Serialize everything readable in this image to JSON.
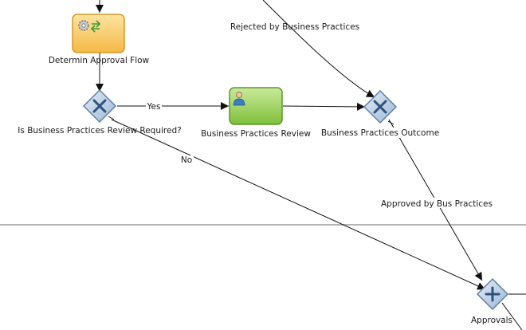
{
  "nodes": {
    "determine_task": {
      "label": "Determin Approval Flow",
      "type": "service-task",
      "icon": "gear-arrows-icon",
      "fill": "#f7c85a"
    },
    "review_required_gateway": {
      "label": "Is Business Practices Review Required?",
      "type": "exclusive-gateway"
    },
    "business_practices_review": {
      "label": "Business Practices Review",
      "type": "user-task",
      "icon": "user-icon",
      "fill": "#9bd05a"
    },
    "outcome_gateway": {
      "label": "Business Practices Outcome",
      "type": "exclusive-gateway"
    },
    "approvals_gateway": {
      "label": "Approvals",
      "type": "parallel-gateway"
    }
  },
  "edges": {
    "yes": "Yes",
    "no": "No",
    "rejected": "Rejected by Business Practices",
    "approved": "Approved by Bus Practices"
  },
  "colors": {
    "gateway_fill": "#b7cde4",
    "gateway_stroke": "#5d7fa6",
    "gateway_mark": "#2f527c",
    "lane_divider": "#b5b5b5",
    "edge": "#111111"
  }
}
